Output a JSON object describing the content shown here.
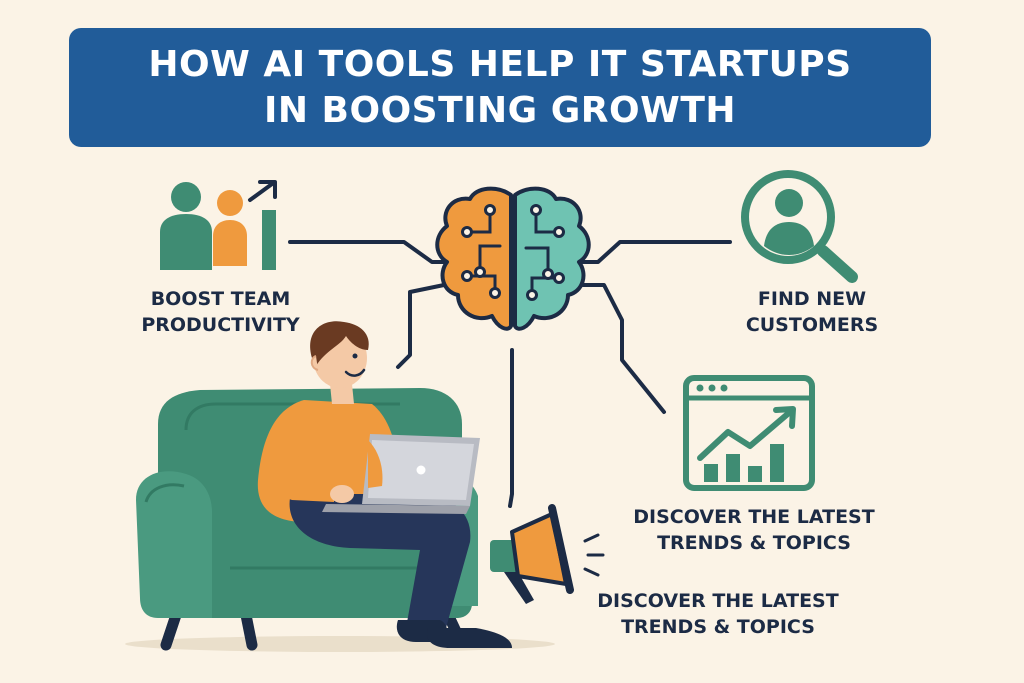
{
  "title": {
    "line1": "HOW AI TOOLS HELP IT STARTUPS",
    "line2": "IN BOOSTING GROWTH"
  },
  "benefits": [
    {
      "line1": "BOOST TEAM",
      "line2": "PRODUCTIVITY",
      "icon": "team-growth-icon"
    },
    {
      "line1": "FIND NEW",
      "line2": "CUSTOMERS",
      "icon": "customer-search-icon"
    },
    {
      "line1": "DISCOVER THE LATEST",
      "line2": "TRENDS & TOPICS",
      "icon": "trend-chart-icon"
    },
    {
      "line1": "DISCOVER THE LATEST",
      "line2": "TRENDS & TOPICS",
      "icon": "megaphone-icon"
    }
  ],
  "center_icon": "ai-brain-icon",
  "illustration": "person-with-laptop-on-armchair",
  "colors": {
    "background": "#FBF3E6",
    "banner": "#215C99",
    "text": "#1C2B45",
    "green": "#3F8C73",
    "orange": "#EF9A3E",
    "teal": "#6FC3B2",
    "navy": "#1C2B45"
  }
}
